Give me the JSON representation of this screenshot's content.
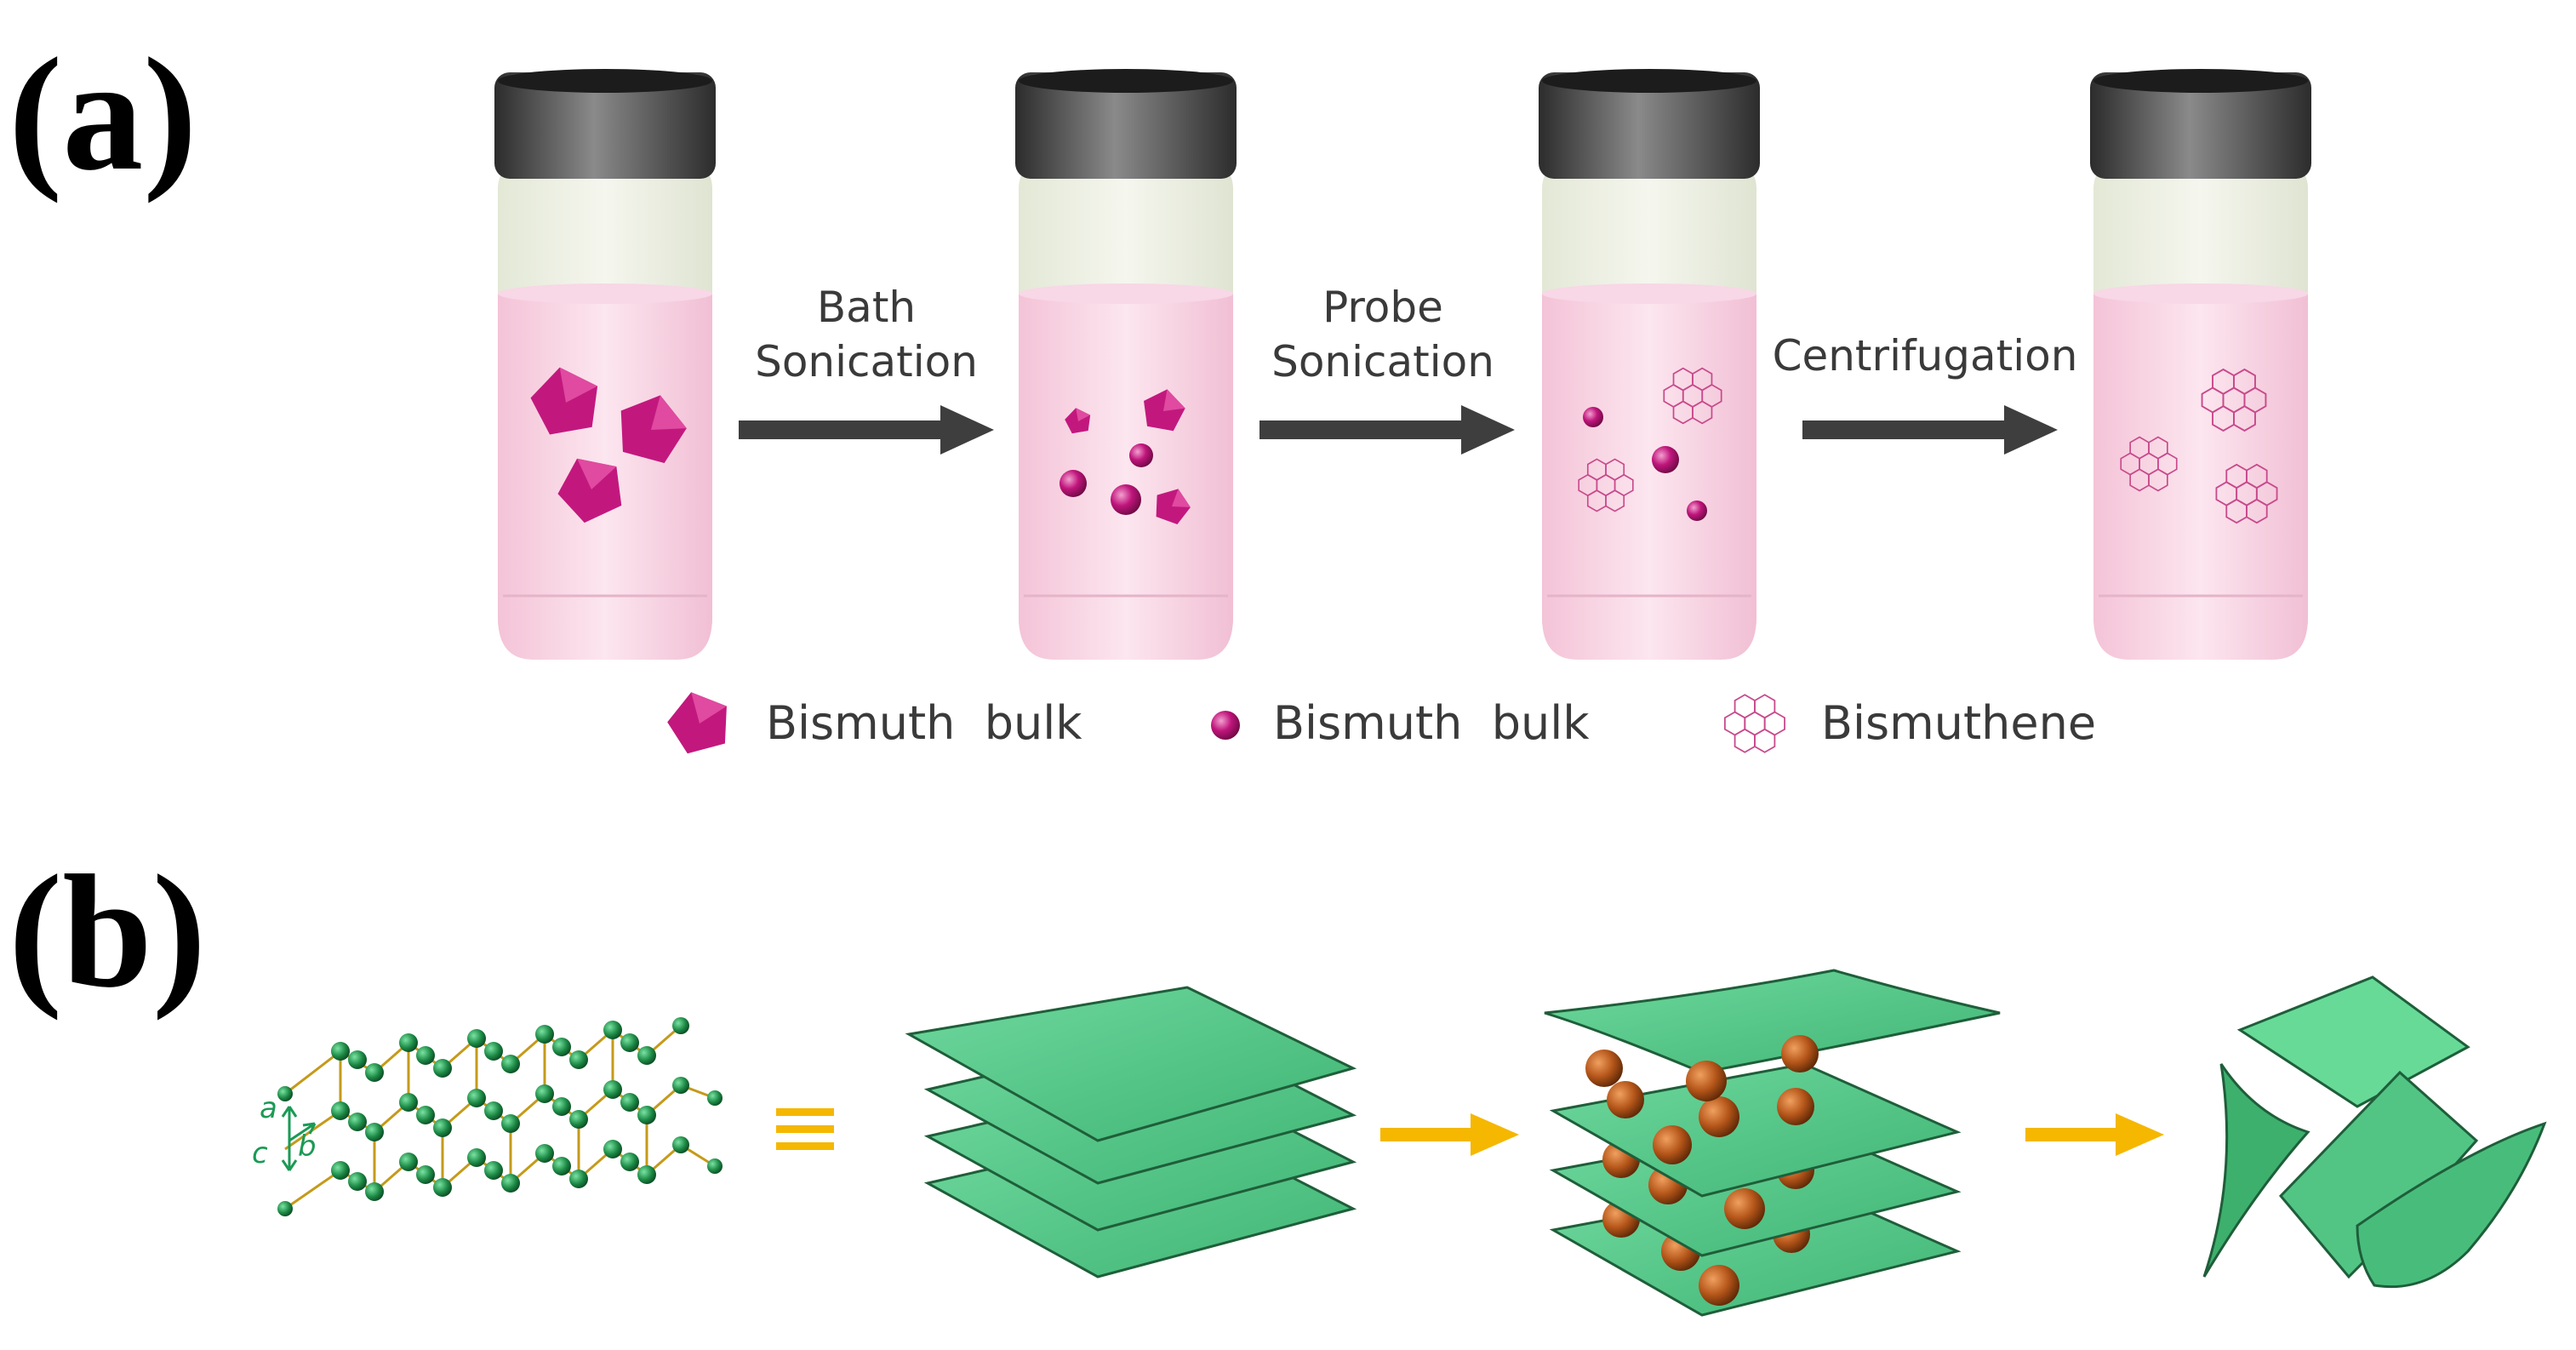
{
  "panels": [
    {
      "label": "(a)"
    },
    {
      "label": "(b)"
    }
  ],
  "process_a": {
    "steps": [
      {
        "line1": "Bath",
        "line2": "Sonication"
      },
      {
        "line1": "Probe",
        "line2": "Sonication"
      },
      {
        "line1": "Centrifugation",
        "line2": ""
      }
    ],
    "legend": [
      {
        "icon": "pentagon-icon",
        "label": "Bismuth  bulk"
      },
      {
        "icon": "sphere-icon",
        "label": "Bismuth  bulk"
      },
      {
        "icon": "hexagon-lattice-icon",
        "label": "Bismuthene"
      }
    ]
  },
  "process_b": {
    "axes": {
      "a": "a",
      "b": "b",
      "c": "c"
    },
    "equivalence_symbol": "≡"
  },
  "colors": {
    "cap": "#3a3a3a",
    "liquid": "#f6c9dc",
    "particle": "#c2187e",
    "lattice": "#c84a8c",
    "arrow_a": "#3e3e3e",
    "arrow_b": "#f5b700",
    "sheet": "#4fc787",
    "sheet_edge": "#1f5e3a",
    "atom": "#1d8a46",
    "bond": "#c59a1a",
    "intercalant": "#b5561a"
  }
}
